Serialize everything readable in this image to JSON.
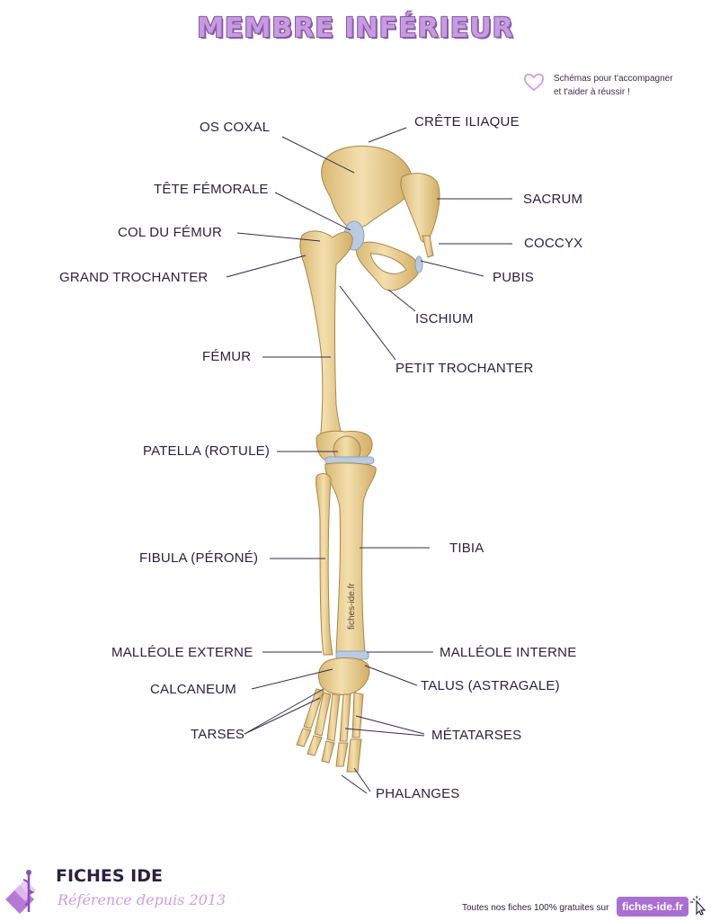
{
  "title": "MEMBRE INFÉRIEUR",
  "tagline": {
    "line1": "Schémas pour t'accompagner",
    "line2": "et t'aider à réussir !"
  },
  "labels": {
    "os_coxal": "OS COXAL",
    "crete_iliaque": "CRÊTE ILIAQUE",
    "tete_femorale": "TÊTE FÉMORALE",
    "sacrum": "SACRUM",
    "col_femur": "COL DU FÉMUR",
    "coccyx": "COCCYX",
    "grand_trochanter": "GRAND TROCHANTER",
    "pubis": "PUBIS",
    "ischium": "ISCHIUM",
    "femur": "FÉMUR",
    "petit_trochanter": "PETIT TROCHANTER",
    "patella": "PATELLA (ROTULE)",
    "fibula": "FIBULA (PÉRONÉ)",
    "tibia": "TIBIA",
    "malleole_externe": "MALLÉOLE EXTERNE",
    "malleole_interne": "MALLÉOLE INTERNE",
    "calcaneum": "CALCANEUM",
    "talus": "TALUS (ASTRAGALE)",
    "tarses": "TARSES",
    "metatarses": "MÉTATARSES",
    "phalanges": "PHALANGES"
  },
  "watermark": "fiches-ide.fr",
  "footer": {
    "brand": "FICHES IDE",
    "subtitle": "Référence depuis 2013",
    "note": "Toutes nos fiches 100% gratuites sur",
    "site_button": "fiches-ide.fr"
  },
  "colors": {
    "accent": "#a96fd3",
    "title": "#c79be0",
    "bone": "#ecd49c",
    "cartilage": "#b9cbe0",
    "line": "#3a2a4a"
  },
  "icons": [
    "heart-icon",
    "caduceus-logo-icon",
    "cursor-click-icon"
  ]
}
